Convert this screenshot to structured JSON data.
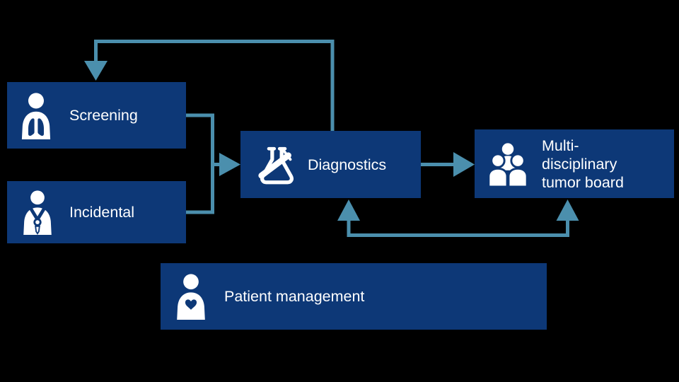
{
  "canvas": {
    "background_color": "#000000",
    "box_fill_color": "#0d3877",
    "arrow_color": "#4b8fad",
    "text_color": "#ffffff"
  },
  "boxes": [
    {
      "id": "screening",
      "label": "Screening",
      "icon": "patient-lungs-icon"
    },
    {
      "id": "incidental",
      "label": "Incidental",
      "icon": "doctor-stethoscope-icon"
    },
    {
      "id": "diagnostics",
      "label": "Diagnostics",
      "icon": "lab-flask-icon"
    },
    {
      "id": "tumor_board",
      "label": "Multi-disciplinary tumor board",
      "lines": [
        "Multi-",
        "disciplinary",
        "tumor board"
      ],
      "icon": "people-group-icon"
    },
    {
      "id": "patient_management",
      "label": "Patient management",
      "icon": "patient-heart-icon"
    }
  ],
  "edges": [
    {
      "from": "screening",
      "to": "diagnostics",
      "route": "right-merge"
    },
    {
      "from": "incidental",
      "to": "diagnostics",
      "route": "right-merge"
    },
    {
      "from": "diagnostics",
      "to": "screening",
      "route": "top-loop"
    },
    {
      "from": "diagnostics",
      "to": "tumor_board",
      "route": "direct-right"
    },
    {
      "from": "bottom-loop",
      "to": "diagnostics-and-tumor_board",
      "route": "u-shape-double-arrow-up"
    }
  ]
}
